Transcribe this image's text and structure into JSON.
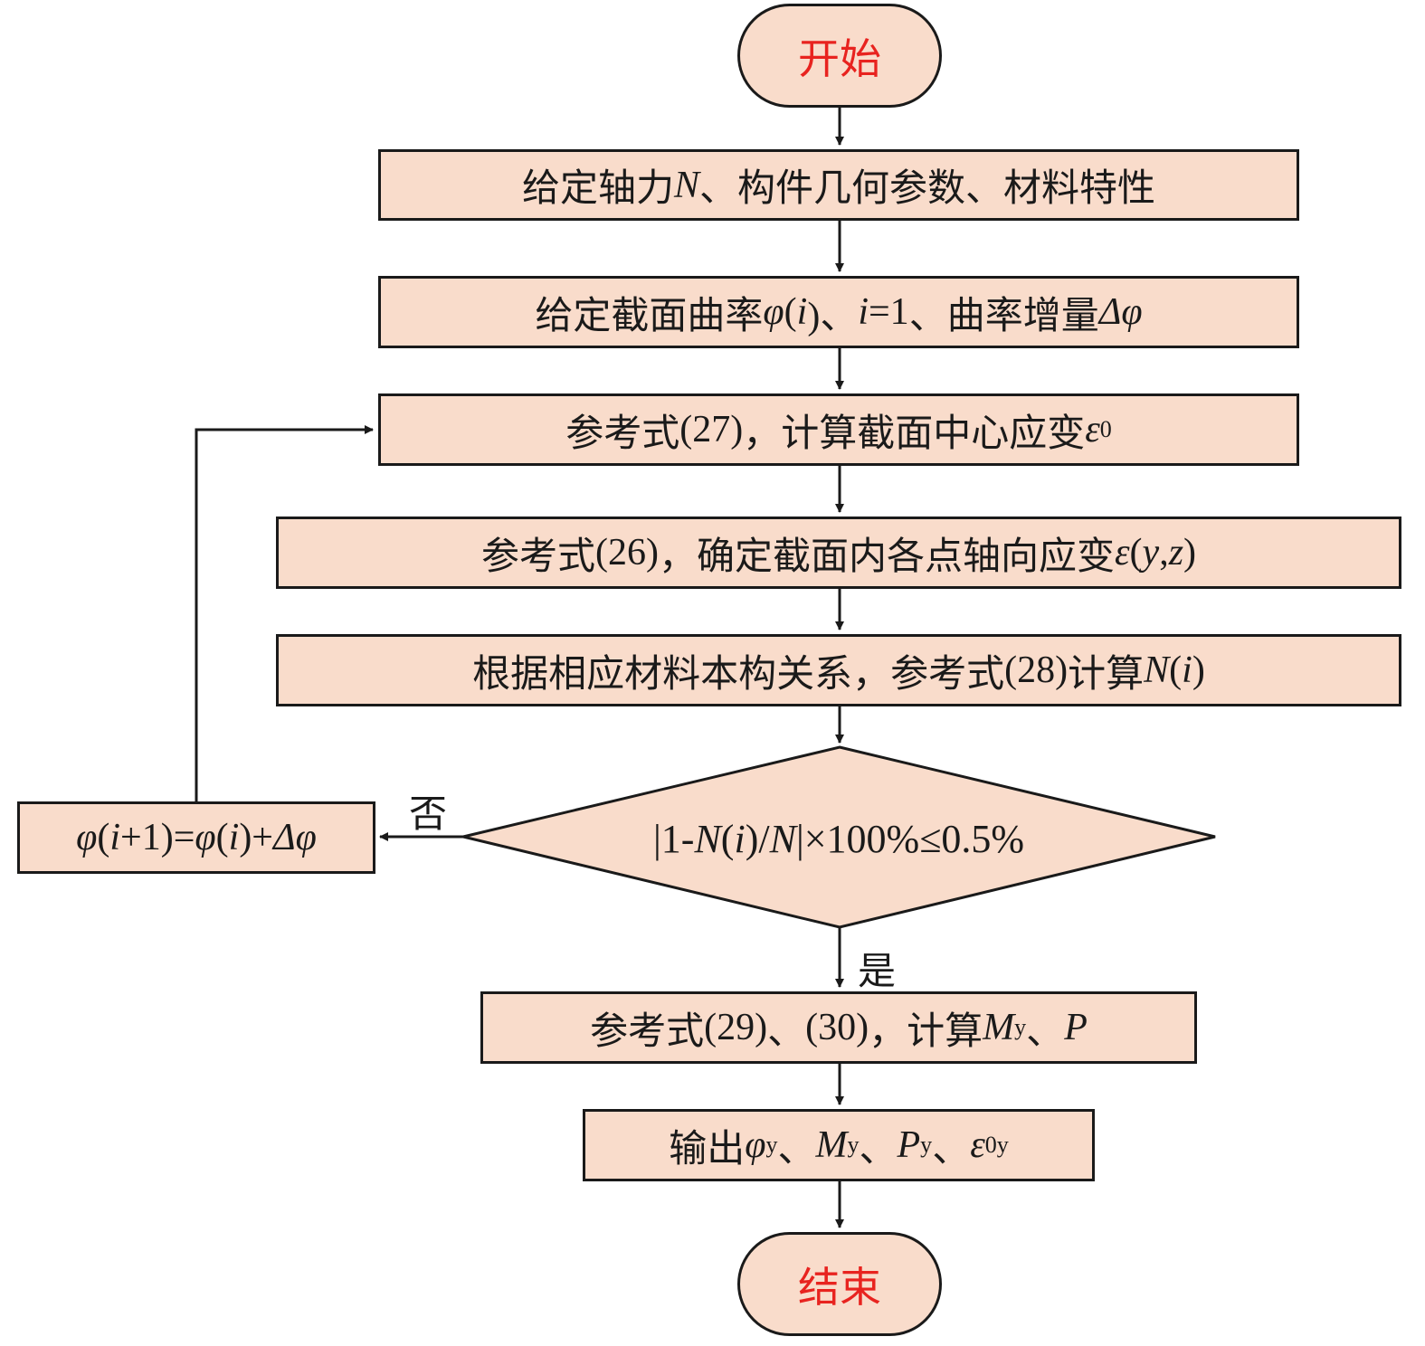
{
  "colors": {
    "fill": "#f9dccb",
    "stroke": "#1a1a1a",
    "terminal_text": "#e8231f"
  },
  "start": "开始",
  "end": "结束",
  "steps": {
    "s1": {
      "a": "给定轴力 ",
      "N": "N",
      "b": "、构件几何参数、材料特性"
    },
    "s2": {
      "a": "给定截面曲率 ",
      "phi": "φ",
      "p1": " (",
      "i1": "i",
      "p2": ")、",
      "i2": "i",
      "eq": "=1",
      "b": "、曲率增量",
      "dphi": "Δφ"
    },
    "s3": {
      "a": "参考式 ",
      "ref": "(27)",
      "b": "，计算截面中心应变 ",
      "eps": "ε",
      "sub": "0"
    },
    "s4": {
      "a": "参考式 ",
      "ref": "(26)",
      "b": "，确定截面内各点轴向应变 ",
      "eps": "ε",
      "p1": " (",
      "y": "y",
      "comma": ", ",
      "z": "z",
      "p2": ")"
    },
    "s5": {
      "a": "根据相应材料本构关系，参考式 ",
      "ref": "(28)",
      "b": " 计算 ",
      "N": "N",
      "p1": " (",
      "i": "i",
      "p2": ")"
    },
    "s6": {
      "a": "参考式 ",
      "ref1": "(29)",
      "sep": "、",
      "ref2": "(30)",
      "b": "，计算 ",
      "M": "M",
      "msub": "y",
      "sep2": "、",
      "P": "P"
    },
    "s7": {
      "a": "输出 ",
      "phi": "φ",
      "phisub": "y",
      "s1": "、",
      "M": "M",
      "msub": "y",
      "s2": "、",
      "P": "P",
      "psub": "y",
      "s3": "、",
      "eps": "ε",
      "epssub": "0y"
    }
  },
  "decision": {
    "a": "|1-",
    "N1": "N",
    "p1": " (",
    "i": "i",
    "p2": ")/",
    "N2": "N",
    "b": "|×100%≤0.5%"
  },
  "update": {
    "phi1": "φ",
    "p1": " (",
    "i": "i",
    "b": "+1)=",
    "phi2": "φ",
    "p2": " (",
    "i2": "i",
    "p3": ")+",
    "dphi": "Δφ"
  },
  "labels": {
    "no": "否",
    "yes": "是"
  }
}
